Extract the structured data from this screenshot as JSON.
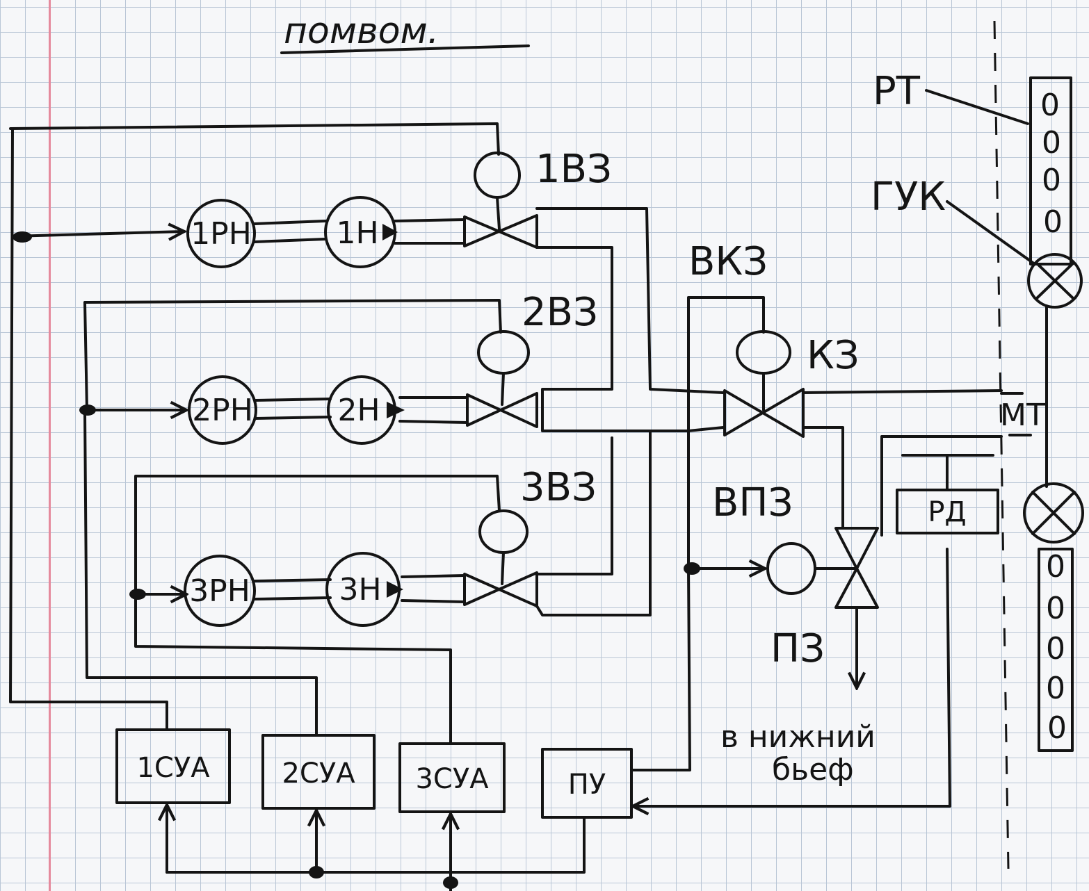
{
  "title": "помвом.",
  "labels": {
    "v1": "1ВЗ",
    "v2": "2ВЗ",
    "v3": "3ВЗ",
    "vkz": "ВКЗ",
    "kz": "КЗ",
    "vpz": "ВПЗ",
    "pz": "ПЗ",
    "rt": "РТ",
    "guk": "ГУК",
    "mt": "МТ",
    "lower_1": "в нижний",
    "lower_2": "бьеф"
  },
  "circles": {
    "rn1": "1РН",
    "n1": "1Н",
    "rn2": "2РН",
    "n2": "2Н",
    "rn3": "3РН",
    "n3": "3Н"
  },
  "boxes": {
    "sua1": "1СУА",
    "sua2": "2СУА",
    "sua3": "3СУА",
    "pu": "ПУ",
    "rd": "РД"
  },
  "gauge_marks": [
    "0",
    "0",
    "0",
    "0",
    "0",
    "0",
    "0",
    "0",
    "0"
  ],
  "colors": {
    "ink": "#141414",
    "grid": "#b9c6d6",
    "margin": "#e58a9d",
    "paper": "#f6f7f9"
  }
}
